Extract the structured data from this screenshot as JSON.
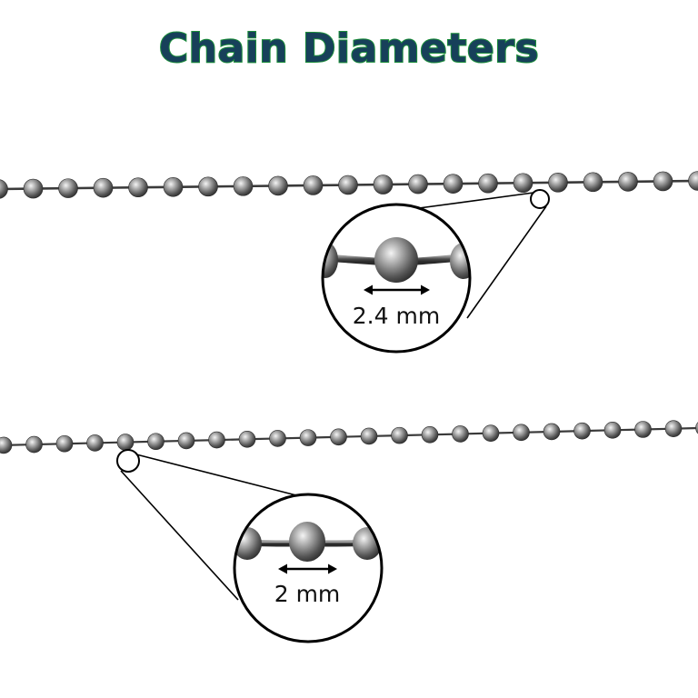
{
  "title": "Chain Diameters",
  "chains": [
    {
      "diameter_label": "2.4 mm"
    },
    {
      "diameter_label": "2 mm"
    }
  ],
  "colors": {
    "title_fill": "#17405a",
    "title_outline": "#1e8f3c",
    "bead_metal": "#8a8a8a"
  }
}
